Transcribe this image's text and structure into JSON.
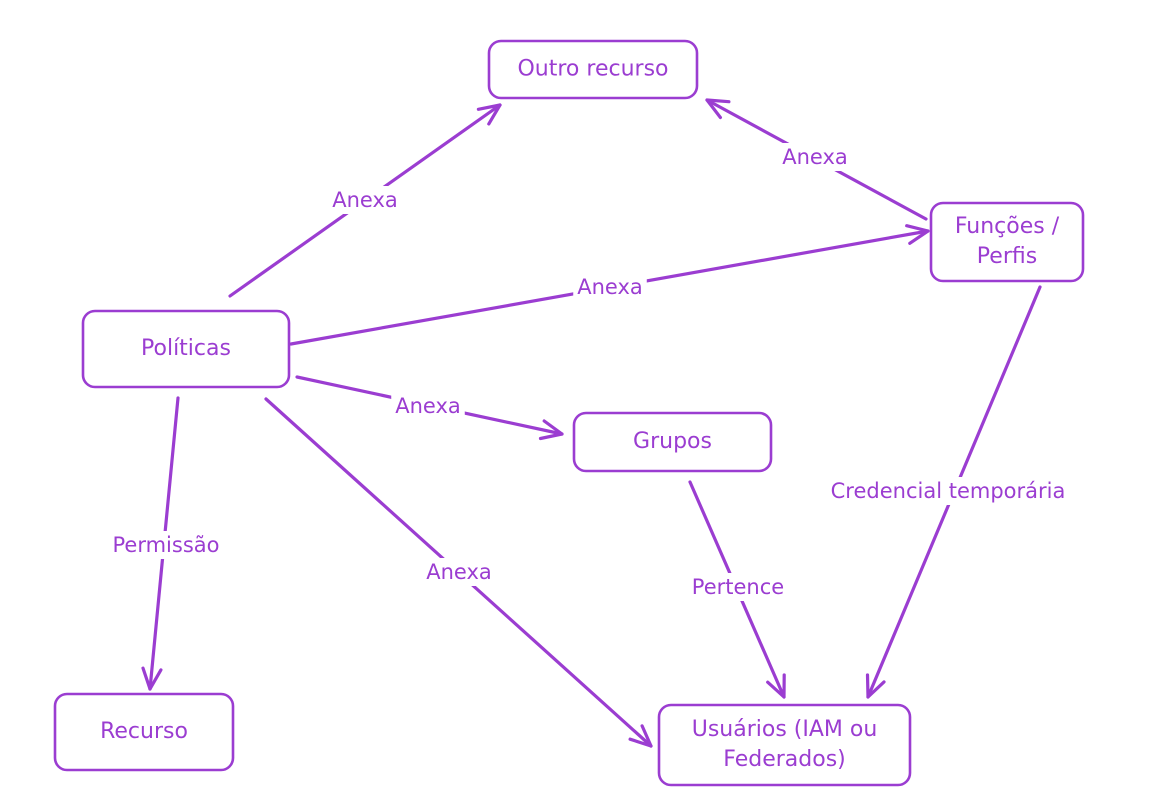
{
  "colors": {
    "stroke": "#9b3dd1",
    "text": "#9b3dd1",
    "background": "#ffffff"
  },
  "nodes": {
    "outro_recurso": {
      "lines": [
        "Outro recurso"
      ]
    },
    "funcoes_perfis": {
      "lines": [
        "Funções /",
        "Perfis"
      ]
    },
    "politicas": {
      "lines": [
        "Políticas"
      ]
    },
    "grupos": {
      "lines": [
        "Grupos"
      ]
    },
    "recurso": {
      "lines": [
        "Recurso"
      ]
    },
    "usuarios": {
      "lines": [
        "Usuários (IAM ou",
        "Federados)"
      ]
    }
  },
  "edges": [
    {
      "from": "politicas",
      "to": "outro_recurso",
      "label": "Anexa"
    },
    {
      "from": "funcoes_perfis",
      "to": "outro_recurso",
      "label": "Anexa"
    },
    {
      "from": "politicas",
      "to": "funcoes_perfis",
      "label": "Anexa"
    },
    {
      "from": "politicas",
      "to": "grupos",
      "label": "Anexa"
    },
    {
      "from": "politicas",
      "to": "usuarios",
      "label": "Anexa"
    },
    {
      "from": "politicas",
      "to": "recurso",
      "label": "Permissão"
    },
    {
      "from": "grupos",
      "to": "usuarios",
      "label": "Pertence"
    },
    {
      "from": "funcoes_perfis",
      "to": "usuarios",
      "label": "Credencial temporária"
    }
  ]
}
